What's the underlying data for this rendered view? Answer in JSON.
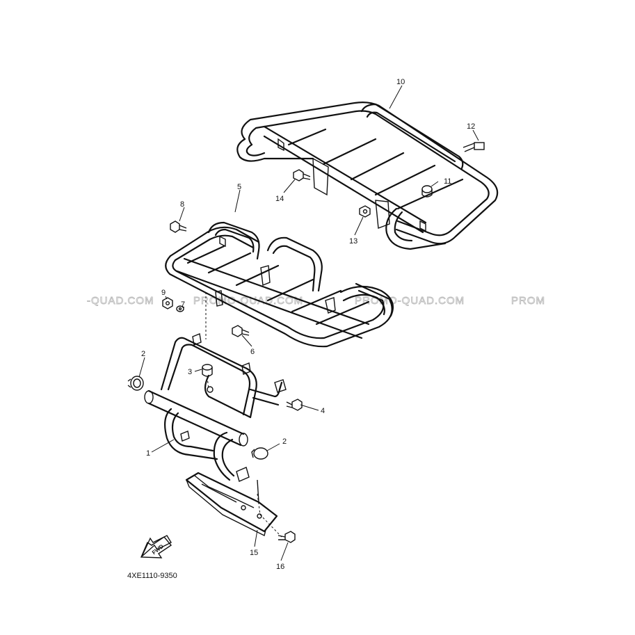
{
  "callouts": [
    "1",
    "2",
    "2",
    "3",
    "4",
    "5",
    "6",
    "7",
    "8",
    "9",
    "10",
    "11",
    "12",
    "13",
    "14",
    "15",
    "16"
  ],
  "diagram_code": "4XE1110-9350",
  "fwd_label": "FWD",
  "watermarks": [
    "-QUAD.COM",
    "PROMO-QUAD.COM",
    "PROMO-QUAD.COM",
    "PROM"
  ]
}
